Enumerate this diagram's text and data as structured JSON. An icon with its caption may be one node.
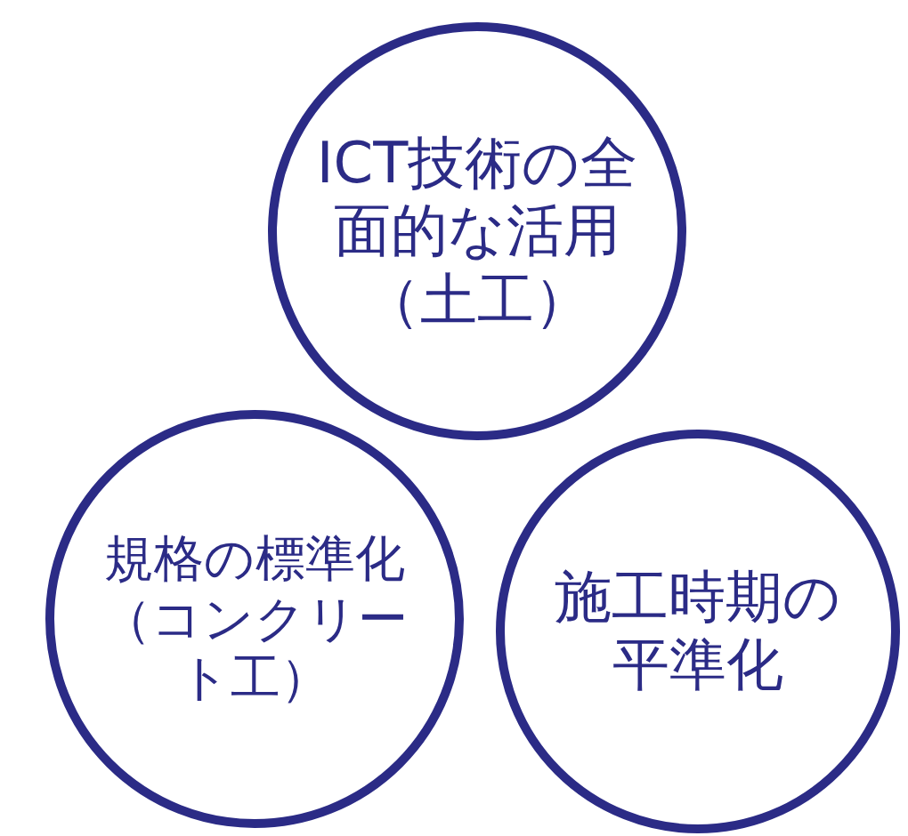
{
  "diagram": {
    "nodes": [
      {
        "text": [
          "ICT技術の全面的な活用（土工）"
        ]
      },
      {
        "text": [
          "規格の標準化（コンクリート工）"
        ]
      },
      {
        "text": [
          "施工時期の平準化"
        ]
      }
    ]
  }
}
